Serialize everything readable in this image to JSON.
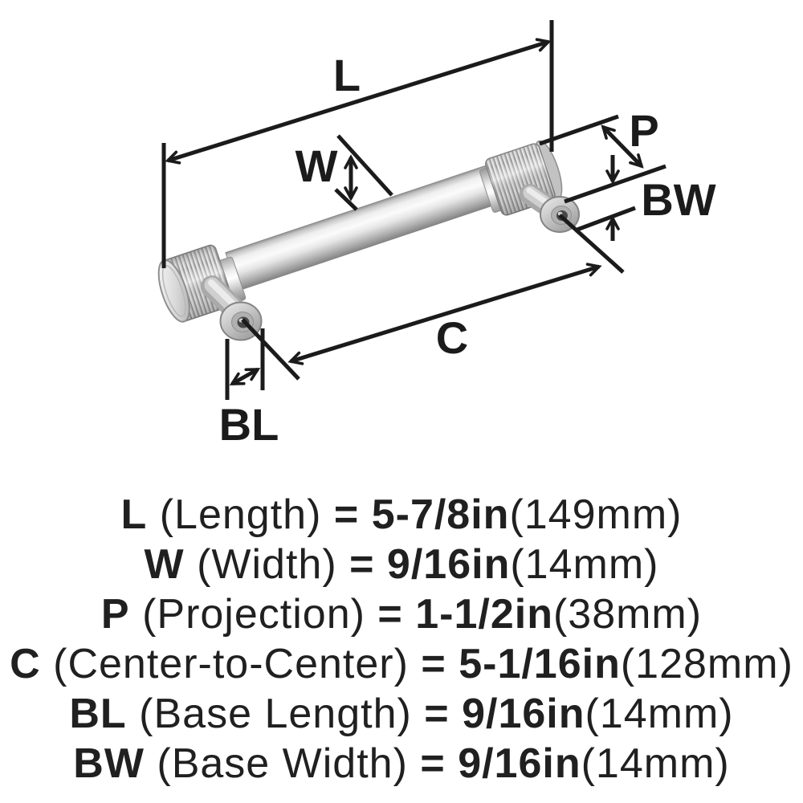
{
  "colors": {
    "background": "#ffffff",
    "ink": "#1b1b1b",
    "metal_light": "#f2f2f2",
    "metal_mid": "#c9c9c9",
    "metal_dark": "#8a8a8a"
  },
  "diagram": {
    "callouts": {
      "length": "L",
      "width": "W",
      "projection": "P",
      "center_to_center": "C",
      "base_length": "BL",
      "base_width": "BW"
    }
  },
  "specs": {
    "rows": [
      {
        "code": "L",
        "name": "(Length)",
        "eq": "=",
        "value": "5-7/8in",
        "metric": "(149mm)"
      },
      {
        "code": "W",
        "name": "(Width)",
        "eq": "=",
        "value": "9/16in",
        "metric": "(14mm)"
      },
      {
        "code": "P",
        "name": "(Projection)",
        "eq": "=",
        "value": "1-1/2in",
        "metric": "(38mm)"
      },
      {
        "code": "C",
        "name": "(Center-to-Center)",
        "eq": "=",
        "value": "5-1/16in",
        "metric": "(128mm)"
      },
      {
        "code": "BL",
        "name": "(Base Length)",
        "eq": "=",
        "value": "9/16in",
        "metric": "(14mm)"
      },
      {
        "code": "BW",
        "name": "(Base Width)",
        "eq": "=",
        "value": "9/16in",
        "metric": "(14mm)"
      }
    ]
  }
}
